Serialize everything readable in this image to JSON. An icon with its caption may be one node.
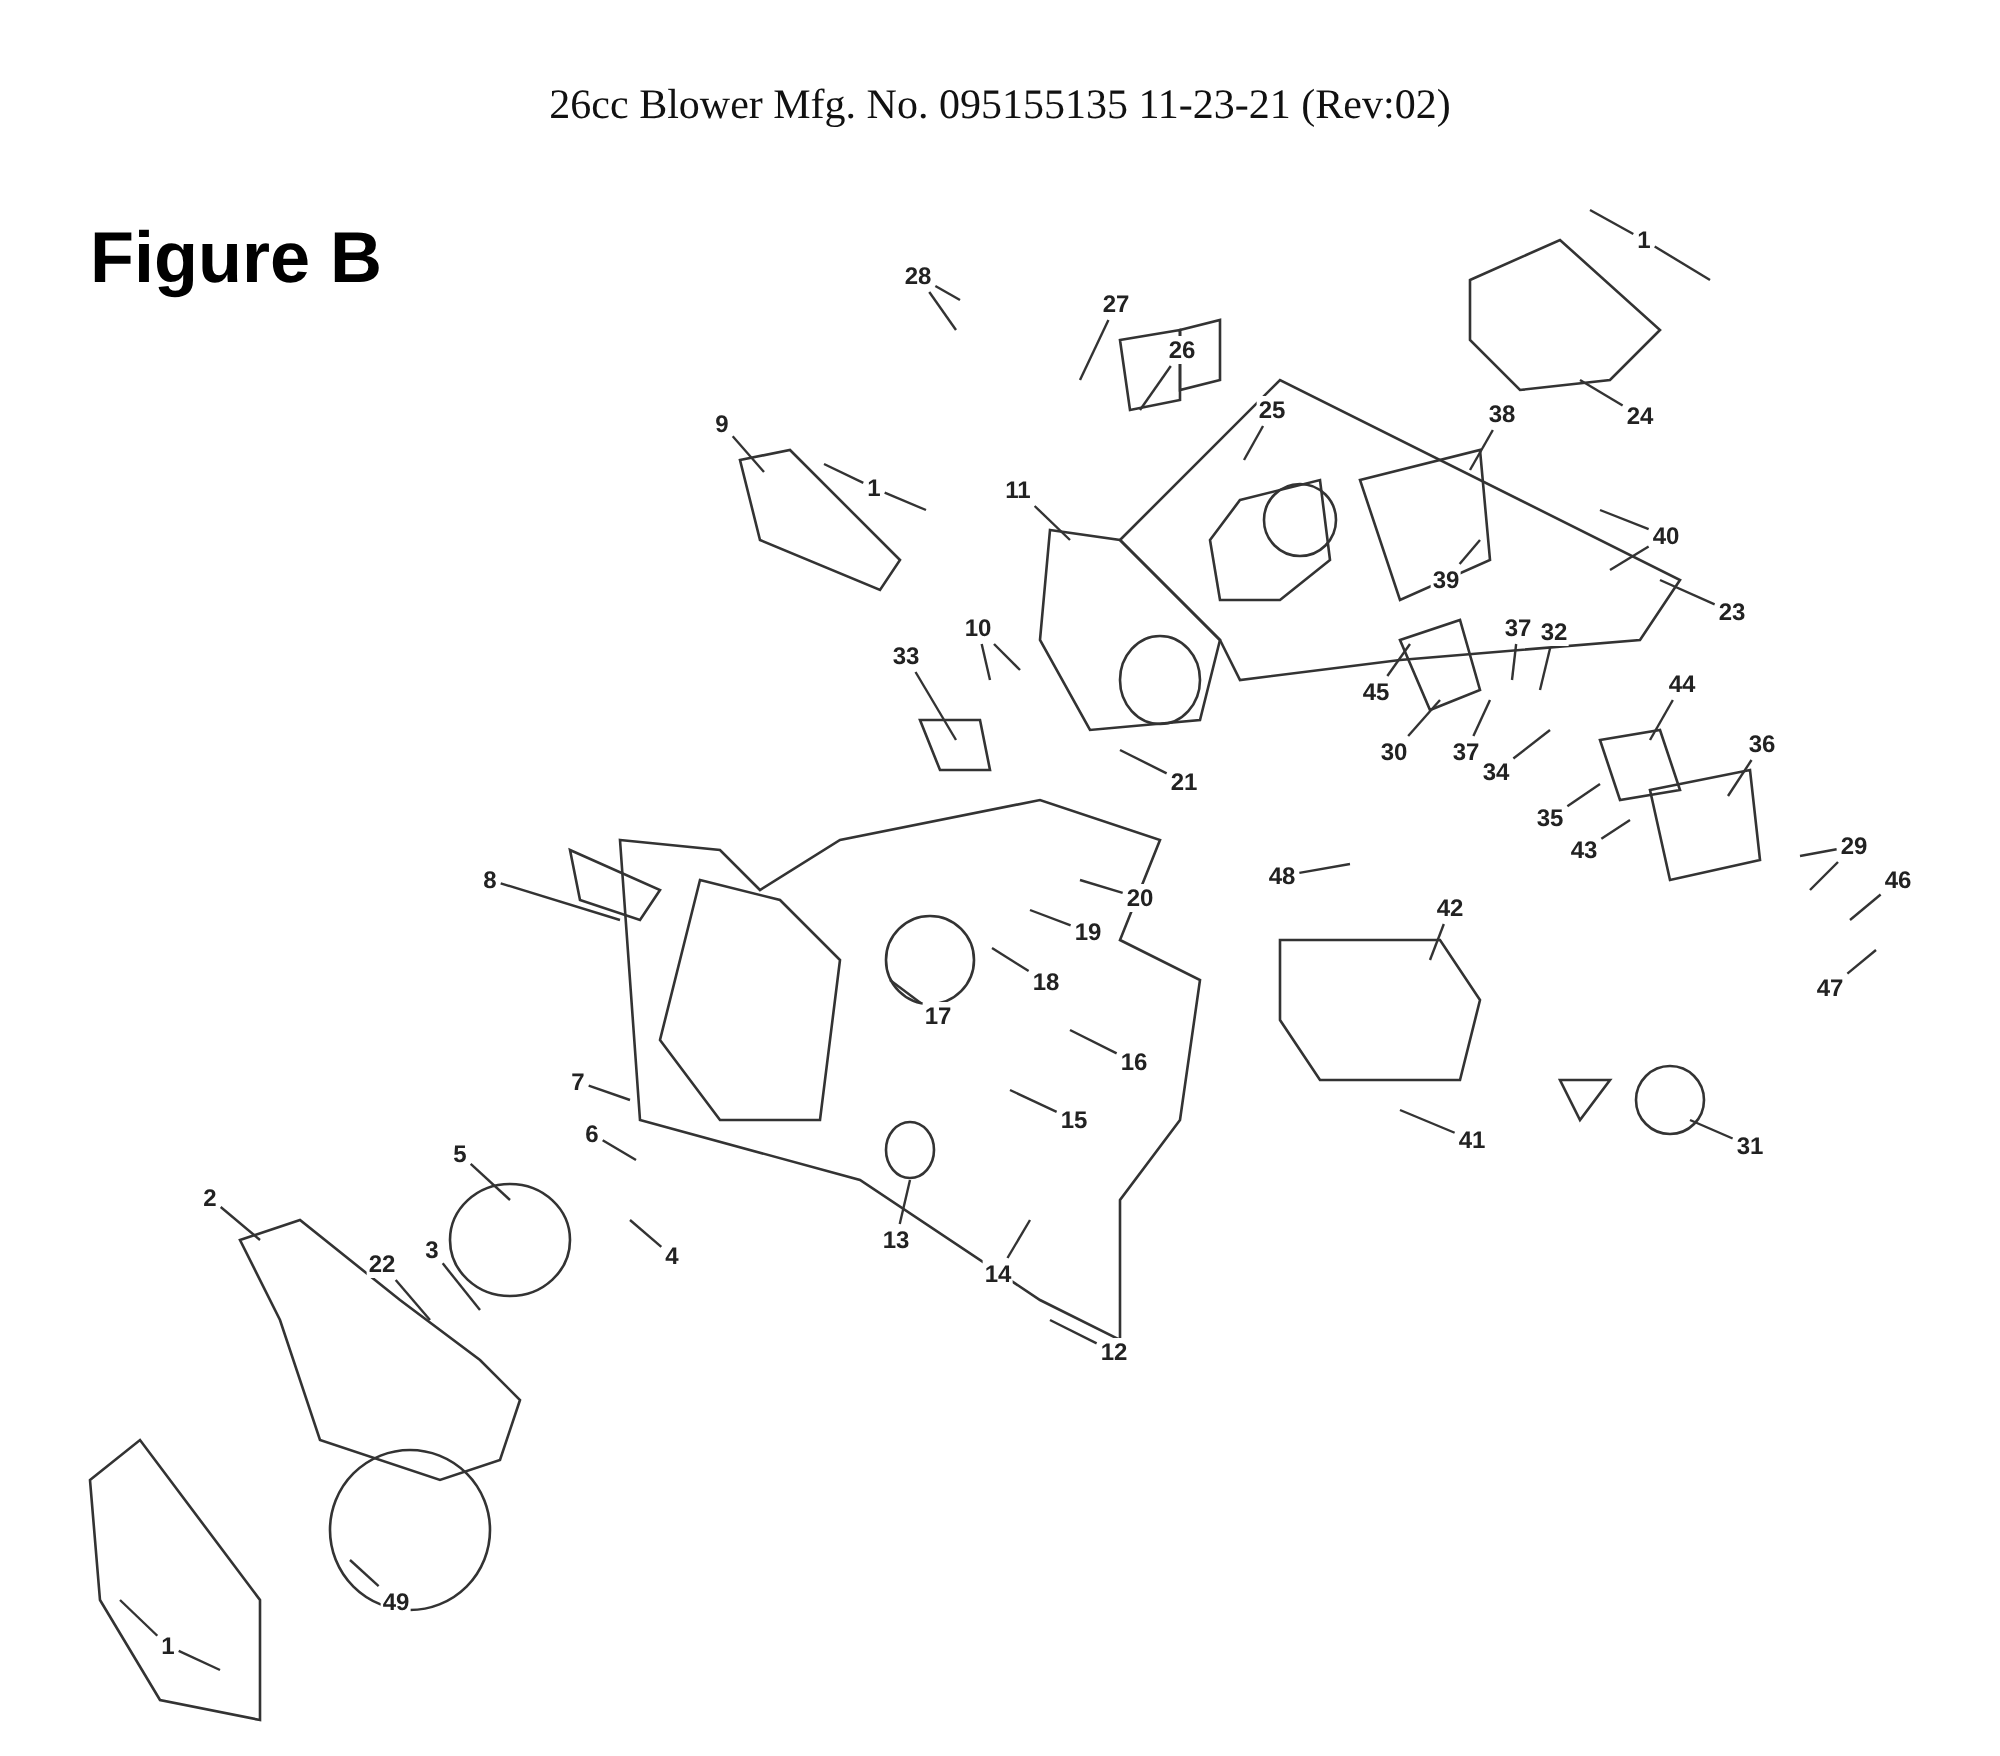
{
  "diagram": {
    "title": "26cc Blower Mfg. No. 095155135 11-23-21 (Rev:02)",
    "nodes": [
      {
        "text": [
          "1"
        ]
      },
      {
        "text": [
          "28"
        ]
      },
      {
        "text": [
          "27"
        ]
      },
      {
        "text": [
          "26"
        ]
      },
      {
        "text": [
          "25"
        ]
      },
      {
        "text": [
          "24"
        ]
      },
      {
        "text": [
          "9"
        ]
      },
      {
        "text": [
          "1"
        ]
      },
      {
        "text": [
          "38"
        ]
      },
      {
        "text": [
          "11"
        ]
      },
      {
        "text": [
          "40"
        ]
      },
      {
        "text": [
          "39"
        ]
      },
      {
        "text": [
          "23"
        ]
      },
      {
        "text": [
          "10"
        ]
      },
      {
        "text": [
          "33"
        ]
      },
      {
        "text": [
          "45"
        ]
      },
      {
        "text": [
          "37"
        ]
      },
      {
        "text": [
          "32"
        ]
      },
      {
        "text": [
          "44"
        ]
      },
      {
        "text": [
          "21"
        ]
      },
      {
        "text": [
          "30"
        ]
      },
      {
        "text": [
          "37"
        ]
      },
      {
        "text": [
          "34"
        ]
      },
      {
        "text": [
          "36"
        ]
      },
      {
        "text": [
          "35"
        ]
      },
      {
        "text": [
          "43"
        ]
      },
      {
        "text": [
          "8"
        ]
      },
      {
        "text": [
          "20"
        ]
      },
      {
        "text": [
          "48"
        ]
      },
      {
        "text": [
          "29"
        ]
      },
      {
        "text": [
          "46"
        ]
      },
      {
        "text": [
          "19"
        ]
      },
      {
        "text": [
          "42"
        ]
      },
      {
        "text": [
          "18"
        ]
      },
      {
        "text": [
          "47"
        ]
      },
      {
        "text": [
          "17"
        ]
      },
      {
        "text": [
          "16"
        ]
      },
      {
        "text": [
          "7"
        ]
      },
      {
        "text": [
          "6"
        ]
      },
      {
        "text": [
          "15"
        ]
      },
      {
        "text": [
          "41"
        ]
      },
      {
        "text": [
          "31"
        ]
      },
      {
        "text": [
          "5"
        ]
      },
      {
        "text": [
          "2"
        ]
      },
      {
        "text": [
          "22"
        ]
      },
      {
        "text": [
          "3"
        ]
      },
      {
        "text": [
          "4"
        ]
      },
      {
        "text": [
          "13"
        ]
      },
      {
        "text": [
          "14"
        ]
      },
      {
        "text": [
          "12"
        ]
      },
      {
        "text": [
          "49"
        ]
      },
      {
        "text": [
          "1"
        ]
      }
    ],
    "edges": [
      {
        "from": 0,
        "to": null,
        "arrow": "none"
      },
      {
        "from": 0,
        "to": null,
        "arrow": "none"
      },
      {
        "from": 1,
        "to": null,
        "arrow": "none"
      },
      {
        "from": 1,
        "to": null,
        "arrow": "none"
      },
      {
        "from": 2,
        "to": null,
        "arrow": "none"
      },
      {
        "from": 3,
        "to": null,
        "arrow": "none"
      },
      {
        "from": 4,
        "to": null,
        "arrow": "none"
      },
      {
        "from": 5,
        "to": null,
        "arrow": "none"
      },
      {
        "from": 6,
        "to": null,
        "arrow": "none"
      },
      {
        "from": 7,
        "to": null,
        "arrow": "none"
      },
      {
        "from": 7,
        "to": null,
        "arrow": "none"
      },
      {
        "from": 8,
        "to": null,
        "arrow": "none"
      },
      {
        "from": 9,
        "to": null,
        "arrow": "none"
      },
      {
        "from": 10,
        "to": null,
        "arrow": "none"
      },
      {
        "from": 10,
        "to": null,
        "arrow": "none"
      },
      {
        "from": 11,
        "to": null,
        "arrow": "none"
      },
      {
        "from": 12,
        "to": null,
        "arrow": "none"
      },
      {
        "from": 13,
        "to": null,
        "arrow": "none"
      },
      {
        "from": 13,
        "to": null,
        "arrow": "none"
      },
      {
        "from": 14,
        "to": null,
        "arrow": "none"
      },
      {
        "from": 15,
        "to": null,
        "arrow": "none"
      },
      {
        "from": 16,
        "to": null,
        "arrow": "none"
      },
      {
        "from": 17,
        "to": null,
        "arrow": "none"
      },
      {
        "from": 18,
        "to": null,
        "arrow": "none"
      },
      {
        "from": 19,
        "to": null,
        "arrow": "none"
      },
      {
        "from": 20,
        "to": null,
        "arrow": "none"
      },
      {
        "from": 21,
        "to": null,
        "arrow": "none"
      },
      {
        "from": 22,
        "to": null,
        "arrow": "none"
      },
      {
        "from": 23,
        "to": null,
        "arrow": "none"
      },
      {
        "from": 24,
        "to": null,
        "arrow": "none"
      },
      {
        "from": 25,
        "to": null,
        "arrow": "none"
      },
      {
        "from": 26,
        "to": null,
        "arrow": "none"
      },
      {
        "from": 27,
        "to": null,
        "arrow": "none"
      },
      {
        "from": 28,
        "to": null,
        "arrow": "none"
      },
      {
        "from": 29,
        "to": null,
        "arrow": "none"
      },
      {
        "from": 29,
        "to": null,
        "arrow": "none"
      },
      {
        "from": 30,
        "to": null,
        "arrow": "none"
      },
      {
        "from": 31,
        "to": null,
        "arrow": "none"
      },
      {
        "from": 32,
        "to": null,
        "arrow": "none"
      },
      {
        "from": 33,
        "to": null,
        "arrow": "none"
      },
      {
        "from": 34,
        "to": null,
        "arrow": "none"
      },
      {
        "from": 35,
        "to": null,
        "arrow": "none"
      },
      {
        "from": 36,
        "to": null,
        "arrow": "none"
      },
      {
        "from": 37,
        "to": null,
        "arrow": "none"
      },
      {
        "from": 38,
        "to": null,
        "arrow": "none"
      },
      {
        "from": 39,
        "to": null,
        "arrow": "none"
      },
      {
        "from": 40,
        "to": null,
        "arrow": "none"
      },
      {
        "from": 41,
        "to": null,
        "arrow": "none"
      },
      {
        "from": 42,
        "to": null,
        "arrow": "none"
      },
      {
        "from": 43,
        "to": null,
        "arrow": "none"
      },
      {
        "from": 44,
        "to": null,
        "arrow": "none"
      },
      {
        "from": 45,
        "to": null,
        "arrow": "none"
      },
      {
        "from": 46,
        "to": null,
        "arrow": "none"
      },
      {
        "from": 47,
        "to": null,
        "arrow": "none"
      },
      {
        "from": 48,
        "to": null,
        "arrow": "none"
      },
      {
        "from": 49,
        "to": null,
        "arrow": "none"
      },
      {
        "from": 50,
        "to": null,
        "arrow": "none"
      },
      {
        "from": 51,
        "to": null,
        "arrow": "none"
      },
      {
        "from": 51,
        "to": null,
        "arrow": "none"
      }
    ],
    "labels": [
      "Figure B"
    ]
  }
}
